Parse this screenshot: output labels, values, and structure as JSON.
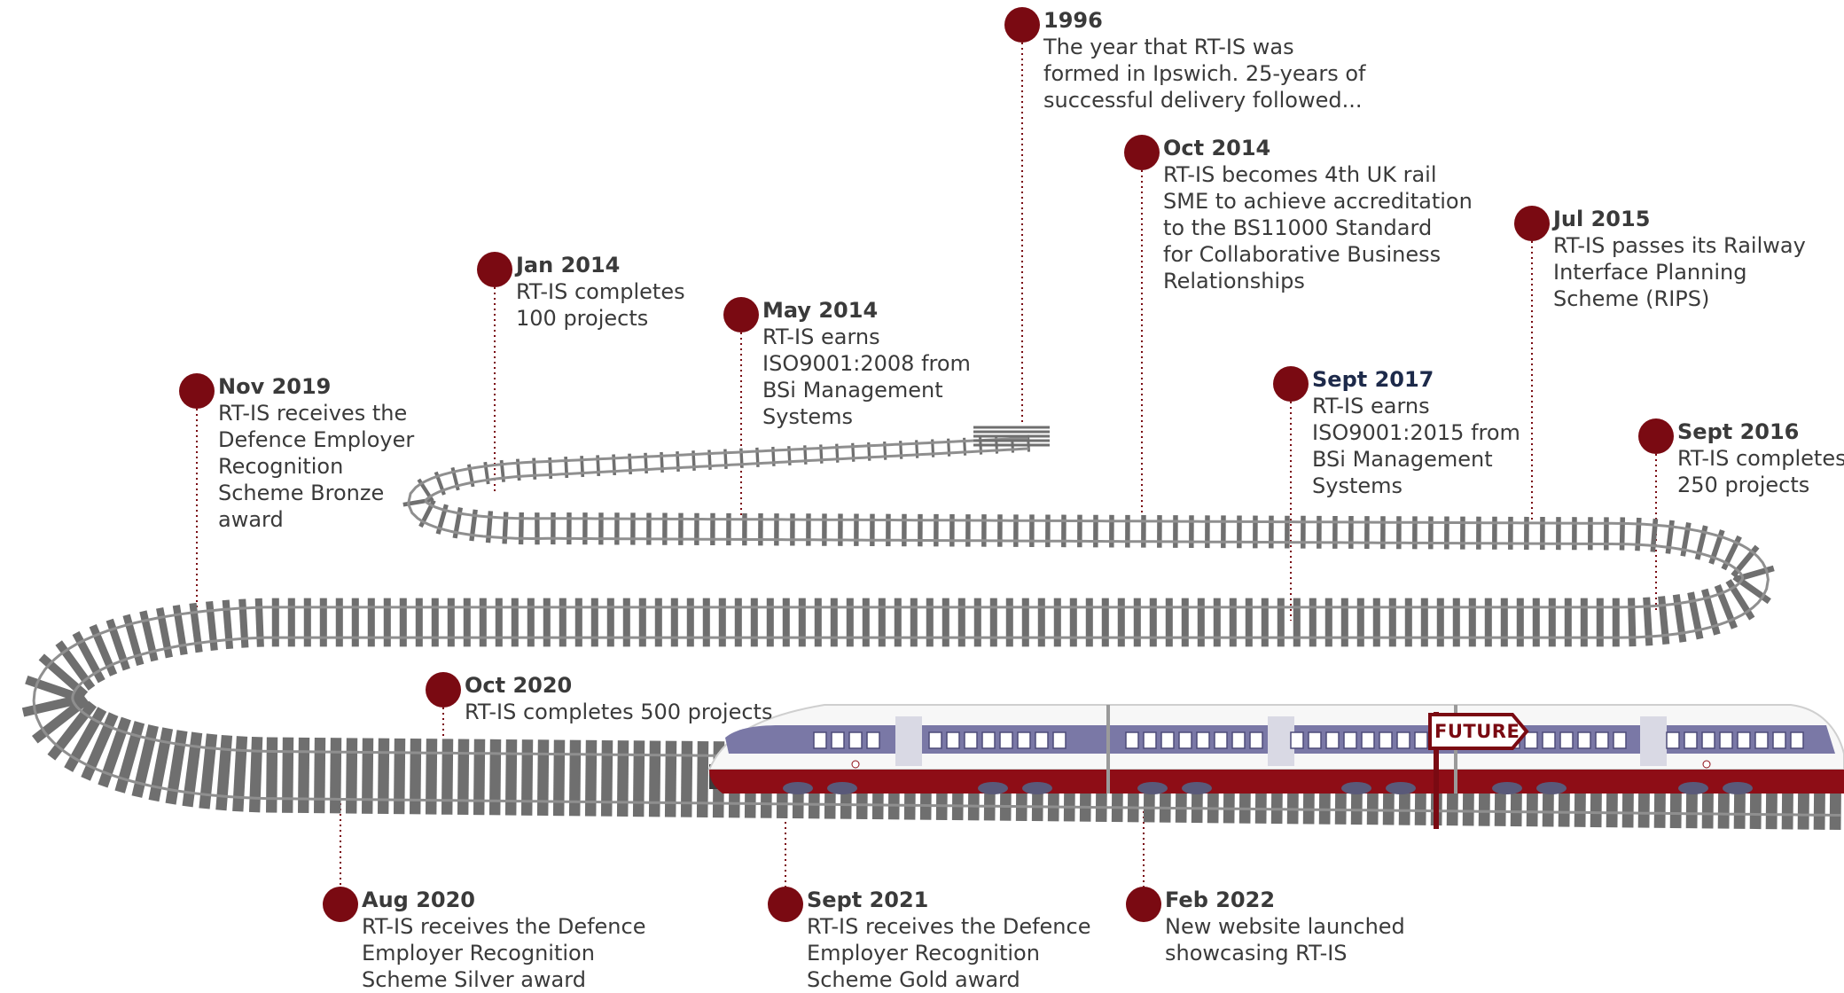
{
  "colors": {
    "marker": "#7a0a12",
    "text": "#3a3a3a",
    "navy": "#1d2a4a",
    "rail": "#8f8f8f",
    "sleeper": "#6f6f6f",
    "train_red": "#8e0d16",
    "train_window": "#7a78a6"
  },
  "future_sign": "FUTURE",
  "events": [
    {
      "id": "1996",
      "date": "1996",
      "lines": [
        "The year that RT-IS was",
        "formed in Ipswich. 25-years of",
        "successful delivery followed..."
      ]
    },
    {
      "id": "oct-2014",
      "date": "Oct 2014",
      "lines": [
        "RT-IS becomes 4th UK rail",
        "SME to achieve accreditation",
        "to the BS11000 Standard",
        "for Collaborative Business",
        "Relationships"
      ]
    },
    {
      "id": "jul-2015",
      "date": "Jul 2015",
      "lines": [
        "RT-IS passes its Railway",
        "Interface Planning",
        "Scheme (RIPS)"
      ]
    },
    {
      "id": "jan-2014",
      "date": "Jan 2014",
      "lines": [
        "RT-IS completes",
        "100 projects"
      ]
    },
    {
      "id": "may-2014",
      "date": "May 2014",
      "lines": [
        "RT-IS earns",
        "ISO9001:2008 from",
        "BSi Management",
        "Systems"
      ]
    },
    {
      "id": "nov-2019",
      "date": "Nov 2019",
      "lines": [
        "RT-IS receives the",
        "Defence Employer",
        "Recognition",
        "Scheme Bronze",
        "award"
      ]
    },
    {
      "id": "sept-2017",
      "date": "Sept 2017",
      "lines": [
        "RT-IS earns",
        "ISO9001:2015 from",
        "BSi Management",
        "Systems"
      ]
    },
    {
      "id": "sept-2016",
      "date": "Sept 2016",
      "lines": [
        "RT-IS completes",
        "250 projects"
      ]
    },
    {
      "id": "oct-2020",
      "date": "Oct 2020",
      "lines": [
        "RT-IS completes 500 projects"
      ]
    },
    {
      "id": "aug-2020",
      "date": "Aug 2020",
      "lines": [
        "RT-IS receives the Defence",
        "Employer Recognition",
        "Scheme Silver award"
      ]
    },
    {
      "id": "sept-2021",
      "date": "Sept 2021",
      "lines": [
        "RT-IS receives the Defence",
        "Employer Recognition",
        "Scheme Gold award"
      ]
    },
    {
      "id": "feb-2022",
      "date": "Feb 2022",
      "lines": [
        "New website launched",
        "showcasing RT-IS"
      ]
    }
  ]
}
